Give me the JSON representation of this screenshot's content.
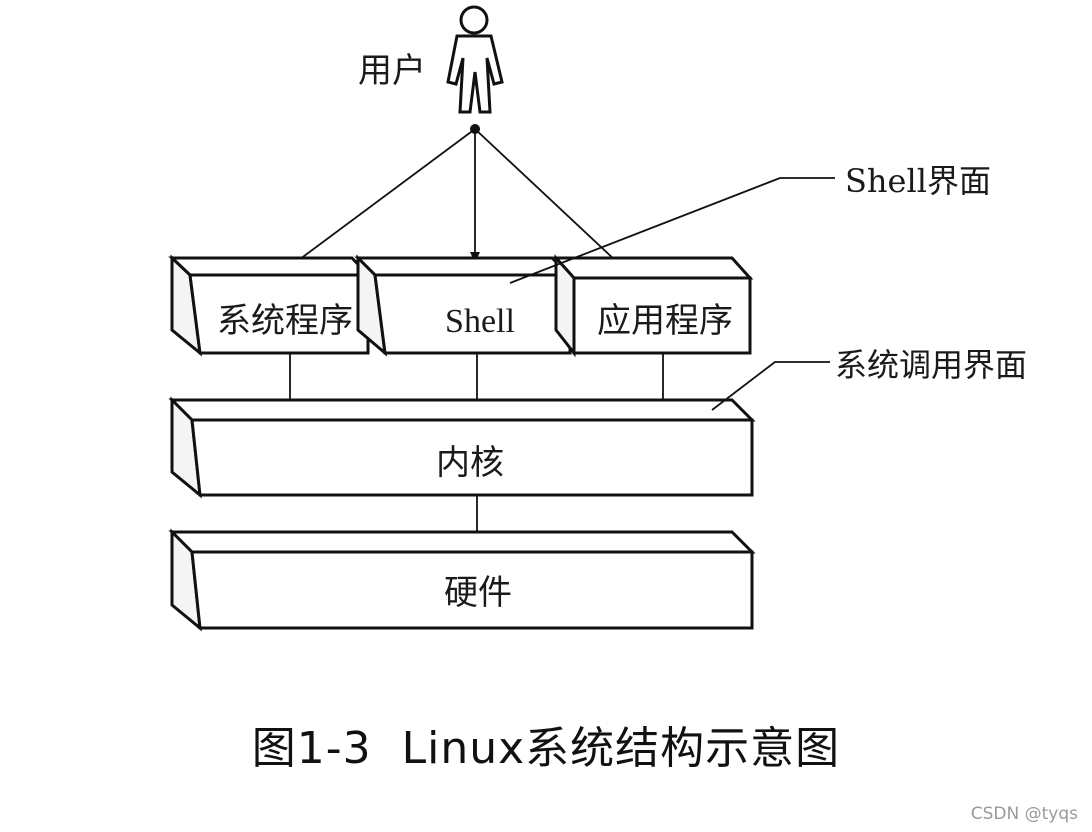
{
  "user": {
    "label": "用户",
    "icon": "person-icon"
  },
  "callouts": {
    "shell_interface": "Shell界面",
    "syscall_interface": "系统调用界面"
  },
  "layers": {
    "top": [
      {
        "key": "system_programs",
        "label": "系统程序"
      },
      {
        "key": "shell",
        "label": "Shell"
      },
      {
        "key": "applications",
        "label": "应用程序"
      }
    ],
    "kernel": "内核",
    "hardware": "硬件"
  },
  "caption": "图1-3  Linux系统结构示意图",
  "credit": "CSDN @tyqs",
  "colors": {
    "ink": "#111111",
    "background": "#ffffff",
    "credit": "#9a9a9a"
  }
}
